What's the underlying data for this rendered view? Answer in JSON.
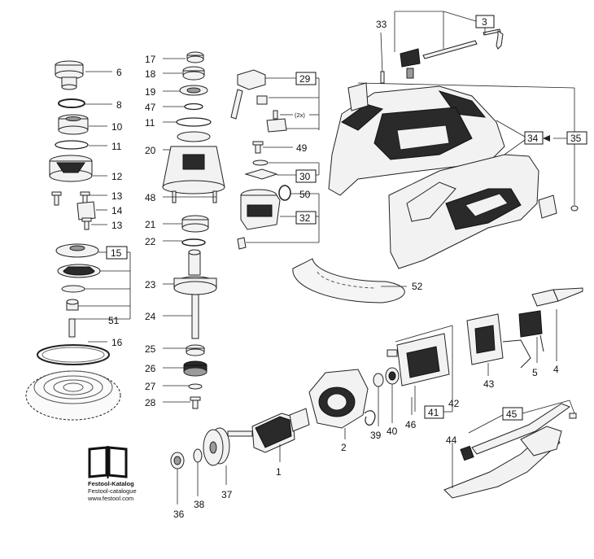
{
  "catalog": {
    "line1": "Festool-Katalog",
    "line2": "Festool-catalogue",
    "line3": "www.festool.com"
  },
  "multiplier": "(2x)",
  "labels": {
    "p1": "1",
    "p2": "2",
    "p3": "3",
    "p4": "4",
    "p5": "5",
    "p6": "6",
    "p8": "8",
    "p10": "10",
    "p11a": "11",
    "p11b": "11",
    "p12": "12",
    "p13a": "13",
    "p13b": "13",
    "p14": "14",
    "p15": "15",
    "p16": "16",
    "p17": "17",
    "p18": "18",
    "p19": "19",
    "p20": "20",
    "p21": "21",
    "p22": "22",
    "p23": "23",
    "p24": "24",
    "p25": "25",
    "p26": "26",
    "p27": "27",
    "p28": "28",
    "p29": "29",
    "p30": "30",
    "p32": "32",
    "p33": "33",
    "p34": "34",
    "p35": "35",
    "p36": "36",
    "p37": "37",
    "p38": "38",
    "p39": "39",
    "p40": "40",
    "p41": "41",
    "p42": "42",
    "p43": "43",
    "p44": "44",
    "p45": "45",
    "p46": "46",
    "p47": "47",
    "p48": "48",
    "p49": "49",
    "p50": "50",
    "p51": "51",
    "p52": "52"
  }
}
